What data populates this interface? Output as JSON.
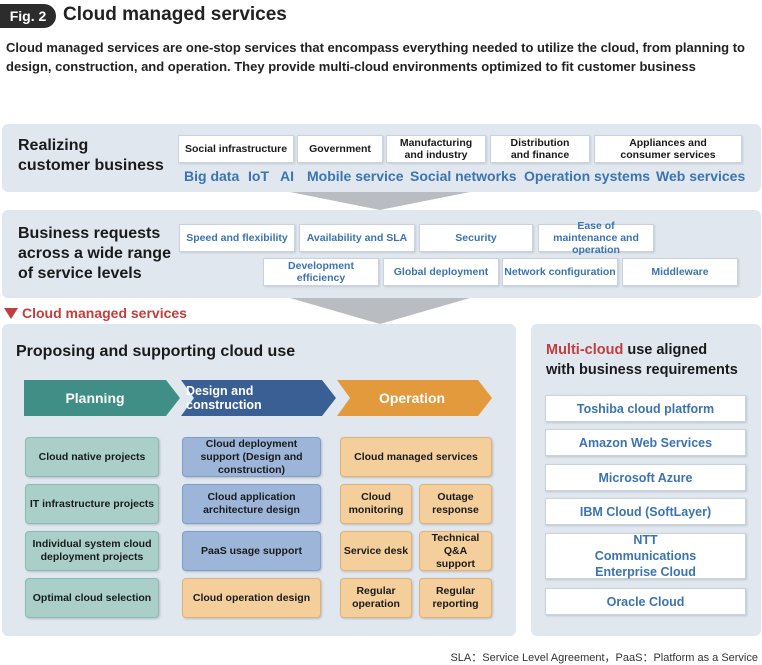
{
  "figure": {
    "badge": "Fig. 2",
    "title": "Cloud managed services",
    "intro": "Cloud managed services are one-stop services that encompass everything needed to utilize the cloud, from planning to design, construction, and operation. They provide multi-cloud environments optimized to fit customer business"
  },
  "customer_business": {
    "title_line1": "Realizing",
    "title_line2": "customer business",
    "industries": [
      "Social infrastructure",
      "Government",
      "Manufacturing and industry",
      "Distribution and finance",
      "Appliances and consumer services"
    ],
    "tags": [
      "Big data",
      "IoT",
      "AI",
      "Mobile service",
      "Social networks",
      "Operation systems",
      "Web services"
    ]
  },
  "business_requests": {
    "title_line1": "Business requests",
    "title_line2": "across a wide range",
    "title_line3": "of service levels",
    "row1": [
      "Speed and flexibility",
      "Availability and SLA",
      "Security",
      "Ease of maintenance and operation"
    ],
    "row2": [
      "Development efficiency",
      "Global deployment",
      "Network configuration",
      "Middleware"
    ]
  },
  "cms_label": "Cloud managed services",
  "proposing": {
    "title": "Proposing and supporting cloud use",
    "phases": [
      "Planning",
      "Design and construction",
      "Operation"
    ],
    "planning": [
      "Cloud native projects",
      "IT infrastructure projects",
      "Individual system cloud deployment projects",
      "Optimal cloud selection"
    ],
    "design": [
      "Cloud deployment support (Design and construction)",
      "Cloud application architecture design",
      "PaaS usage support",
      "Cloud operation design"
    ],
    "operation_header": "Cloud managed services",
    "operation_grid": [
      "Cloud monitoring",
      "Outage response",
      "Service desk",
      "Technical Q&A support",
      "Regular operation",
      "Regular reporting"
    ]
  },
  "multicloud": {
    "title_highlight": "Multi-cloud",
    "title_rest": " use aligned",
    "title_line2": "with business requirements",
    "accent": "#c23d3d",
    "providers": [
      "Toshiba cloud platform",
      "Amazon Web Services",
      "Microsoft Azure",
      "IBM Cloud (SoftLayer)",
      "NTT Communications Enterprise Cloud",
      "Oracle Cloud"
    ]
  },
  "footnote": "SLA：Service Level Agreement，PaaS：Platform as a Service",
  "colors": {
    "teal": "#3f8f87",
    "navy": "#3a5f95",
    "orange": "#e29a3c",
    "link_blue": "#3b74b0"
  }
}
